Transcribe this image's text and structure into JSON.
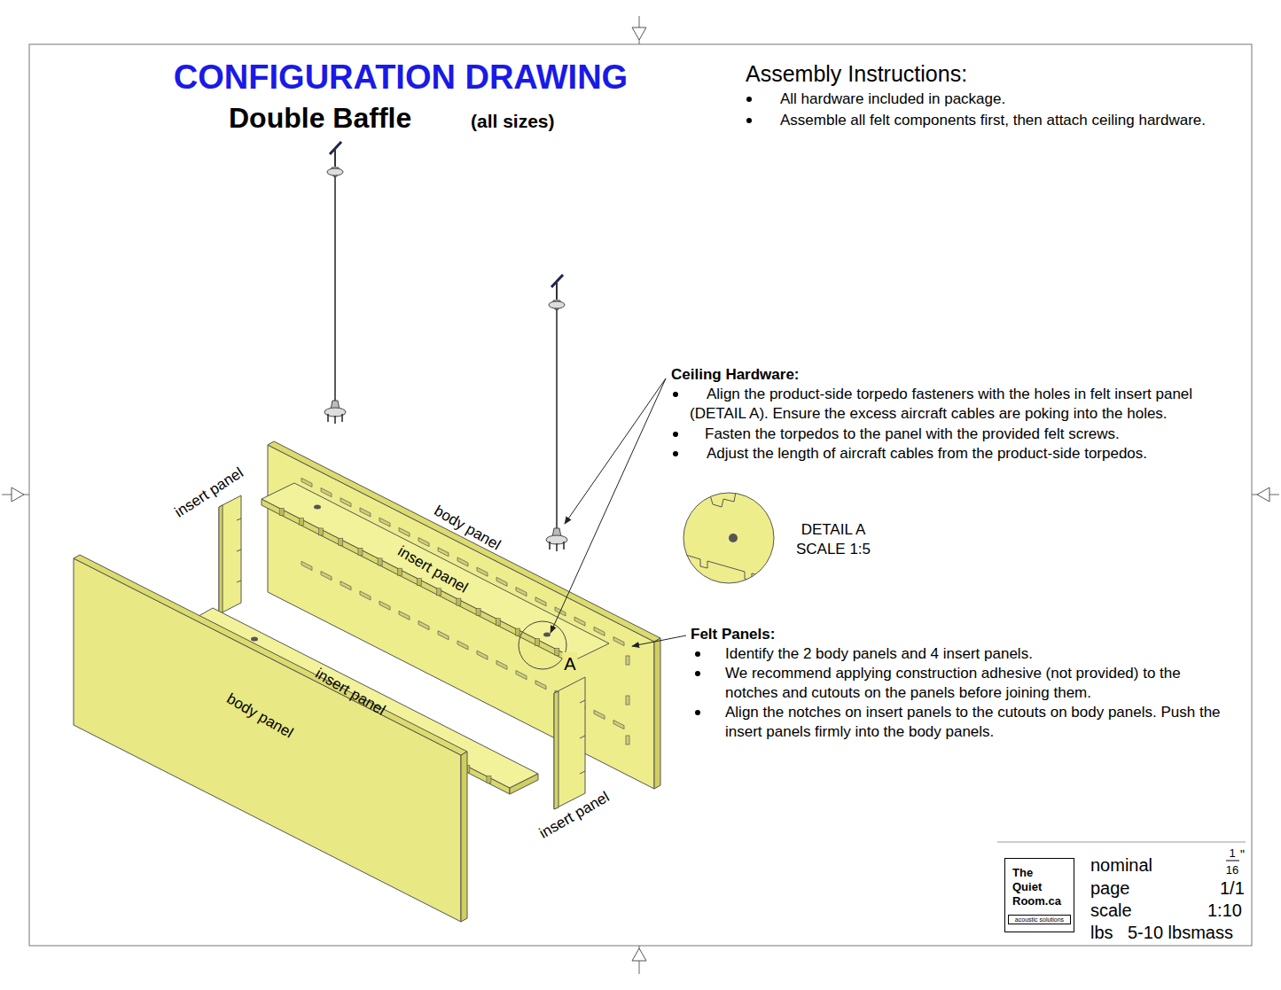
{
  "diagram": {
    "title": "CONFIGURATION DRAWING",
    "nodes": [
      {
        "text": [
          "DETAIL A SCALE 1:5"
        ]
      },
      {
        "text": [
          "The Quiet Room.ca",
          "acoustic solutions"
        ]
      }
    ],
    "labels": [
      "Double Baffle",
      "(all sizes)",
      "Assembly Instructions:",
      "All hardware included in package.",
      "Assemble all felt components first, then attach ceiling hardware.",
      "Ceiling Hardware:",
      "Align the product-side torpedo fasteners with the holes in felt insert panel (DETAIL A). Ensure the excess aircraft cables are poking into the holes.",
      "Fasten the torpedos to the panel with the provided felt screws.",
      "Adjust the length of aircraft cables from the product-side torpedos.",
      "Felt Panels:",
      "Identify the 2 body panels and 4 insert panels.",
      "We recommend applying construction adhesive (not provided) to the notches and cutouts on the panels before joining them.",
      "Align the notches on insert panels to the cutouts on body panels. Push the insert panels firmly into the body panels.",
      "insert panel",
      "body panel",
      "insert panel",
      "A",
      "insert panel",
      "body panel",
      "insert panel",
      "nominal",
      "1",
      "16",
      "\"",
      "page",
      "1/1",
      "scale",
      "1:10",
      "lbs",
      "5-10 lbsmass"
    ]
  }
}
